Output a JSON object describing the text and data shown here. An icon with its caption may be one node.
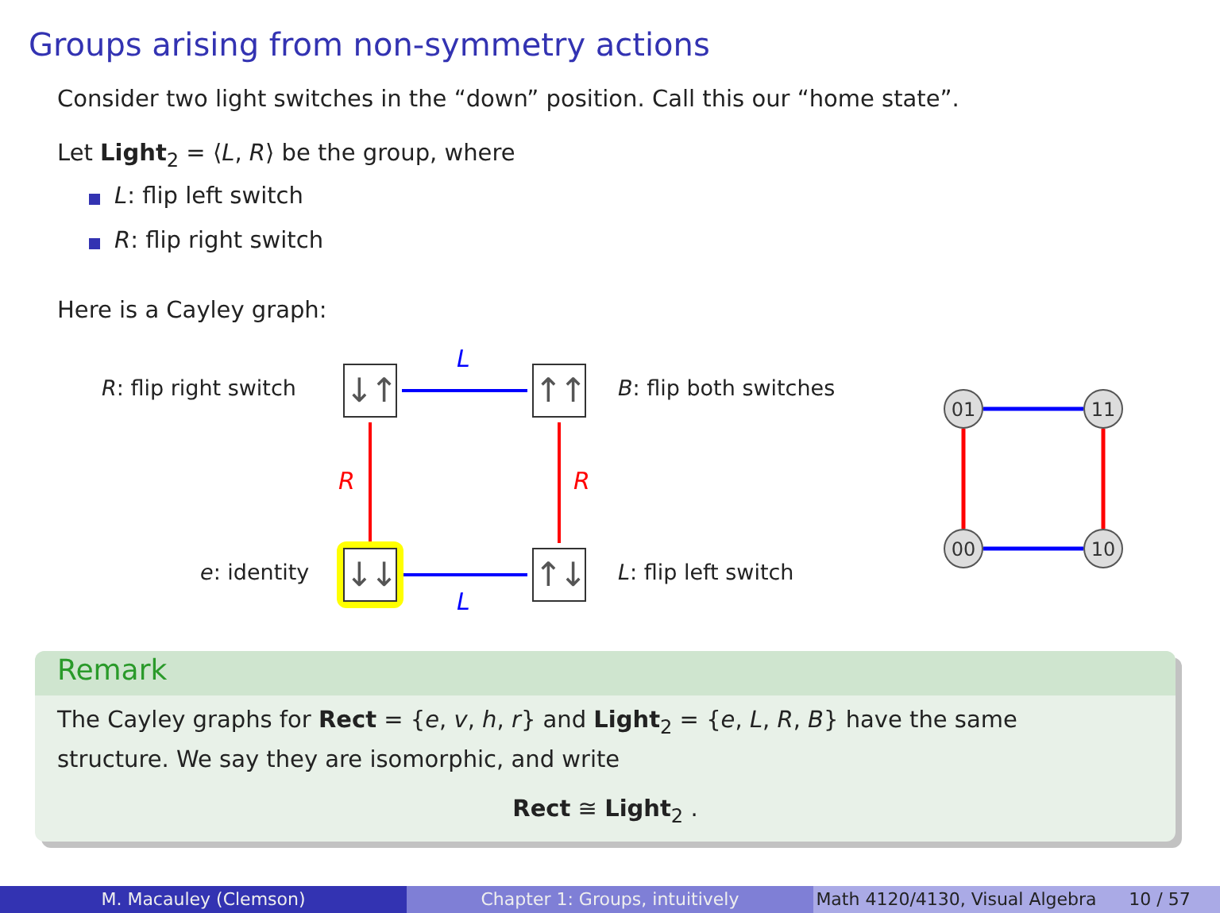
{
  "diagram": {
    "title": "Groups arising from non-symmetry actions",
    "nodes": [
      {
        "text": [
          "↓↑"
        ],
        "beside": [
          "*R*:  flip right switch"
        ]
      },
      {
        "text": [
          "↑↑"
        ],
        "beside": [
          "*B*:  flip both switches"
        ]
      },
      {
        "text": [
          "↓↓"
        ],
        "beside": [
          "*e*:  identity"
        ]
      },
      {
        "text": [
          "↑↓"
        ],
        "beside": [
          "*L*:  flip left switch"
        ]
      },
      {
        "text": [
          "01"
        ]
      },
      {
        "text": [
          "11"
        ]
      },
      {
        "text": [
          "00"
        ]
      },
      {
        "text": [
          "10"
        ]
      },
      {
        "text": [
          "Remark",
          "The Cayley graphs for **Rect** = {*e*, *v*, *h*, *r*} and **Light**$_{2}$ = {*e*, *L*, *R*, *B*} have the same structure. We say they are isomorphic, and write",
          "**Rect** ≅ **Light**$_{2}$ ."
        ]
      }
    ],
    "edges": [
      {
        "from": 0,
        "to": 1,
        "arrow": "none",
        "label": "L",
        "color": "#0000ff"
      },
      {
        "from": 2,
        "to": 0,
        "arrow": "none",
        "label": "R",
        "color": "#ff0000"
      },
      {
        "from": 1,
        "to": 3,
        "arrow": "none",
        "label": "R",
        "color": "#ff0000"
      },
      {
        "from": 2,
        "to": 3,
        "arrow": "none",
        "label": "L",
        "color": "#0000ff"
      },
      {
        "from": 4,
        "to": 5,
        "arrow": "none",
        "color": "#0000ff"
      },
      {
        "from": 6,
        "to": 4,
        "arrow": "none",
        "color": "#ff0000"
      },
      {
        "from": 7,
        "to": 5,
        "arrow": "none",
        "color": "#ff0000"
      },
      {
        "from": 6,
        "to": 7,
        "arrow": "none",
        "color": "#0000ff"
      }
    ],
    "labels": [
      "Consider two light switches in the “down” position. Call this our “home state”.",
      "Let **Light**$_{2}$ = ⟨*L*, *R*⟩ be the group, where",
      "*L*: flip left switch",
      "*R*: flip right switch",
      "Here is a Cayley graph:",
      "M. Macauley  (Clemson)",
      "Chapter 1: Groups, intuitively",
      "Math 4120/4130, Visual Algebra",
      "10 / 57"
    ]
  }
}
